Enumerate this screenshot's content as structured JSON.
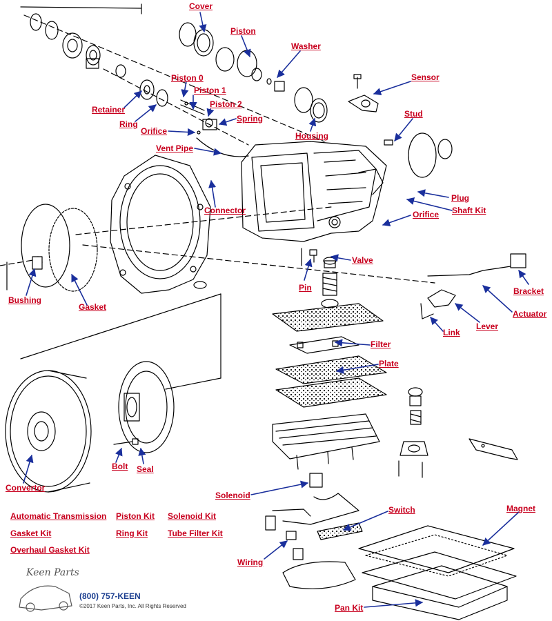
{
  "colors": {
    "callout": "#c8001e",
    "arrow": "#1a2f9c",
    "line": "#000000",
    "phone": "#1a3d8f"
  },
  "callouts": {
    "cover": "Cover",
    "piston": "Piston",
    "washer": "Washer",
    "sensor": "Sensor",
    "piston0": "Piston 0",
    "piston1": "Piston 1",
    "piston2": "Piston 2",
    "retainer": "Retainer",
    "ring": "Ring",
    "spring": "Spring",
    "orifice_top": "Orifice",
    "housing": "Housing",
    "stud": "Stud",
    "vent_pipe": "Vent Pipe",
    "connector": "Connector",
    "plug": "Plug",
    "shaft_kit": "Shaft Kit",
    "orifice_right": "Orifice",
    "valve": "Valve",
    "pin": "Pin",
    "bushing": "Bushing",
    "gasket": "Gasket",
    "bracket": "Bracket",
    "actuator": "Actuator",
    "lever": "Lever",
    "link": "Link",
    "filter": "Filter",
    "plate": "Plate",
    "bolt": "Bolt",
    "seal": "Seal",
    "convertor": "Convertor",
    "solenoid": "Solenoid",
    "switch": "Switch",
    "magnet": "Magnet",
    "wiring": "Wiring",
    "pan_kit": "Pan Kit"
  },
  "kits": {
    "automatic_transmission": "Automatic Transmission",
    "piston_kit": "Piston Kit",
    "solenoid_kit": "Solenoid Kit",
    "gasket_kit": "Gasket Kit",
    "ring_kit": "Ring Kit",
    "tube_filter_kit": "Tube Filter Kit",
    "overhaul_gasket_kit": "Overhaul Gasket Kit"
  },
  "brand": {
    "logo": "Keen Parts",
    "phone": "(800) 757-KEEN",
    "copyright": "©2017 Keen Parts, Inc. All Rights Reserved"
  }
}
